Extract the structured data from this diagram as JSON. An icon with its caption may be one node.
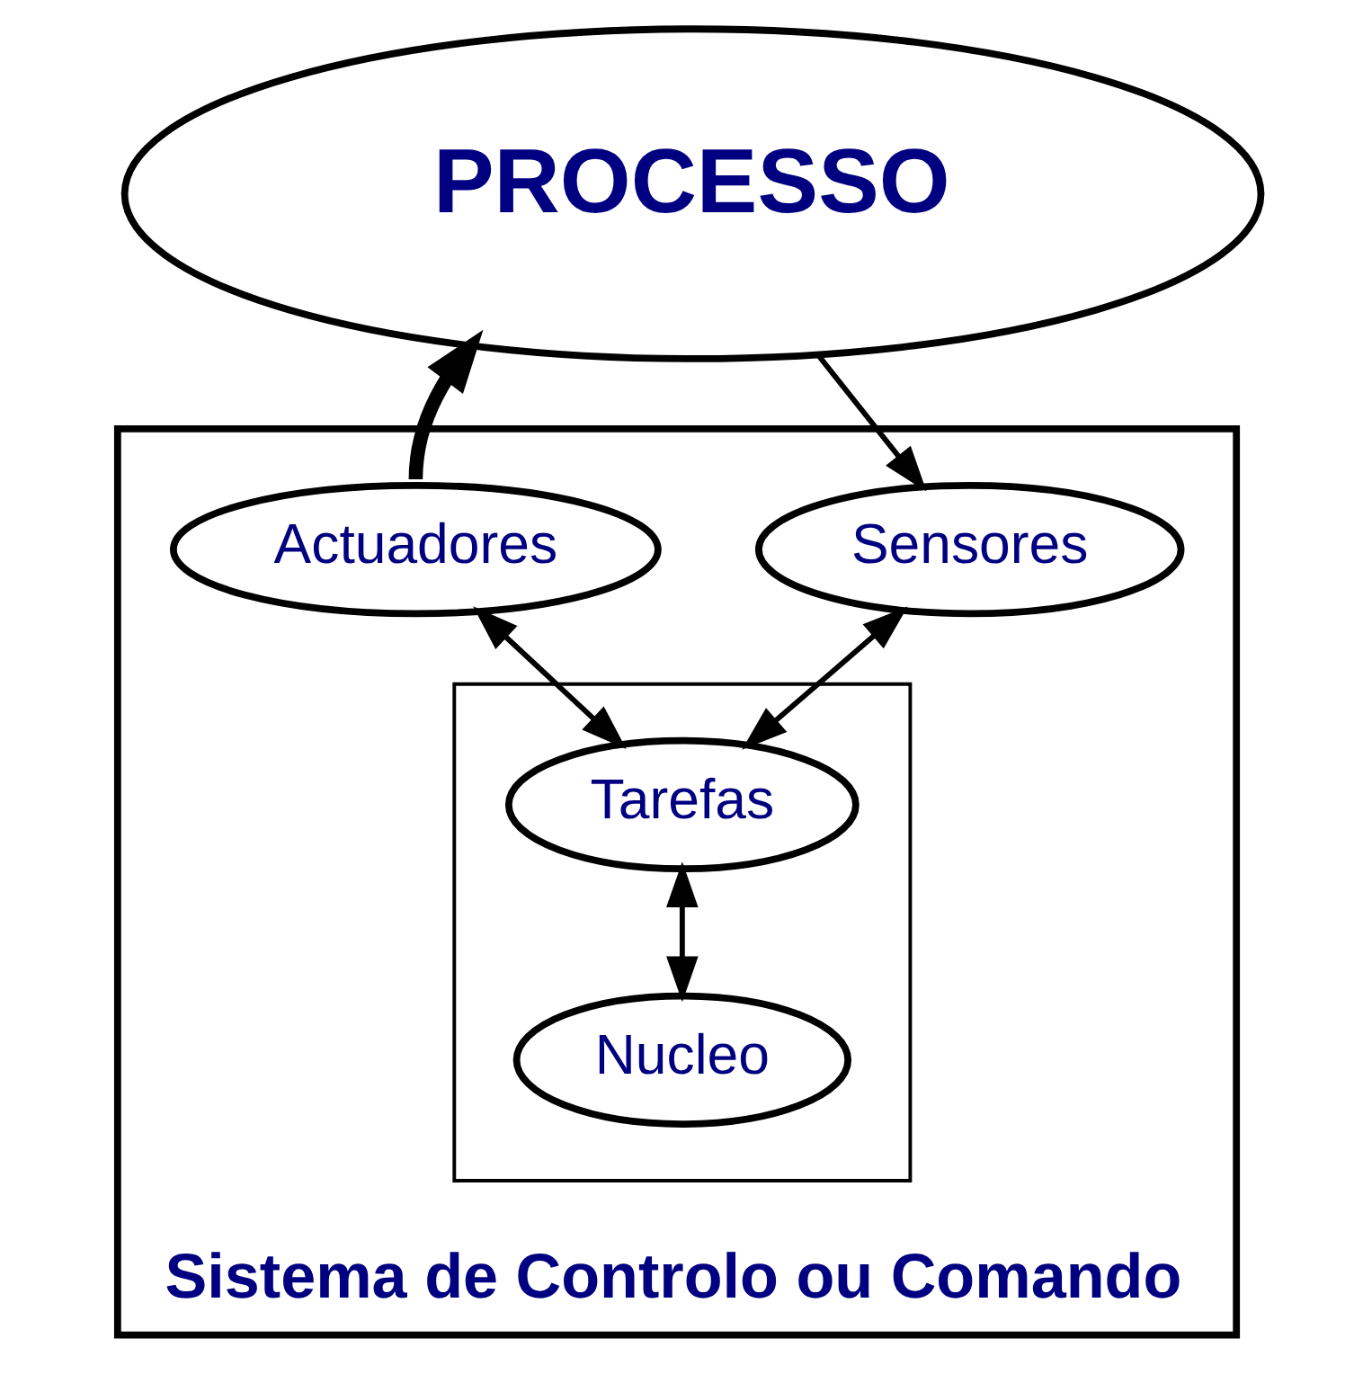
{
  "diagram": {
    "nodes": [
      {
        "text": [
          "PROCESSO"
        ]
      },
      {
        "text": [
          "Sistema de Controlo ou Comando"
        ]
      },
      {
        "text": [
          "Sensores"
        ],
        "in": 1
      },
      {
        "text": [
          "Actuadores"
        ],
        "in": 1
      },
      {
        "text": [],
        "shape": "box",
        "in": 1
      },
      {
        "text": [
          "Tarefas"
        ],
        "in": 4
      },
      {
        "text": [
          "Nucleo"
        ],
        "in": 4
      }
    ],
    "edges": [
      {
        "from": 0,
        "to": 2,
        "arrow": "to"
      },
      {
        "from": 3,
        "to": 0,
        "arrow": "to",
        "style": "thick"
      },
      {
        "from": 2,
        "to": 5,
        "arrow": "both"
      },
      {
        "from": 3,
        "to": 5,
        "arrow": "both"
      },
      {
        "from": 5,
        "to": 6,
        "arrow": "both"
      }
    ]
  }
}
